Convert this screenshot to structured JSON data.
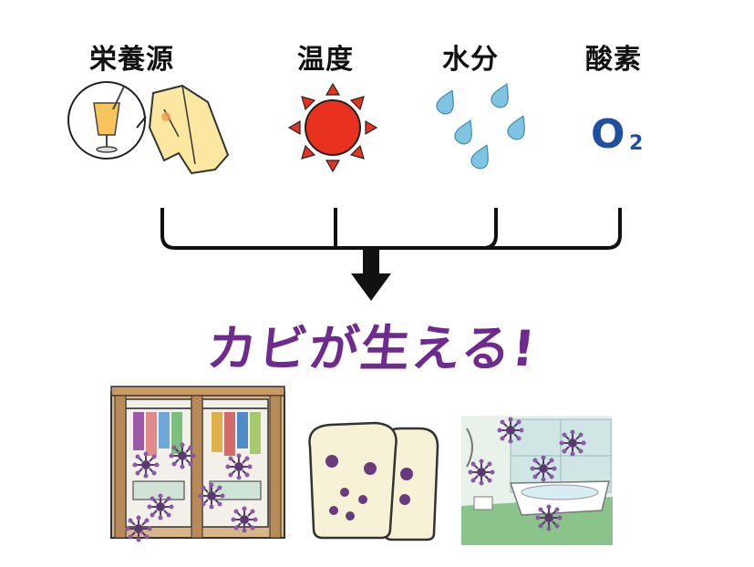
{
  "factors": [
    {
      "label": "栄養源",
      "icon": "juice-and-clothes-icon"
    },
    {
      "label": "温度",
      "icon": "sun-icon"
    },
    {
      "label": "水分",
      "icon": "water-drops-icon"
    },
    {
      "label": "酸素",
      "icon": "oxygen-icon",
      "symbol": "O",
      "subscript": "2"
    }
  ],
  "result": {
    "text": "カビが生える!",
    "color": "#6e2a8c"
  },
  "examples": [
    {
      "icon": "closet-mold-icon"
    },
    {
      "icon": "moldy-bread-icon"
    },
    {
      "icon": "bathroom-mold-icon"
    }
  ],
  "colors": {
    "sun": "#e8321e",
    "drops": "#7fc4e0",
    "oxygen": "#1f4fa0",
    "mold": "#5a3a6e"
  }
}
